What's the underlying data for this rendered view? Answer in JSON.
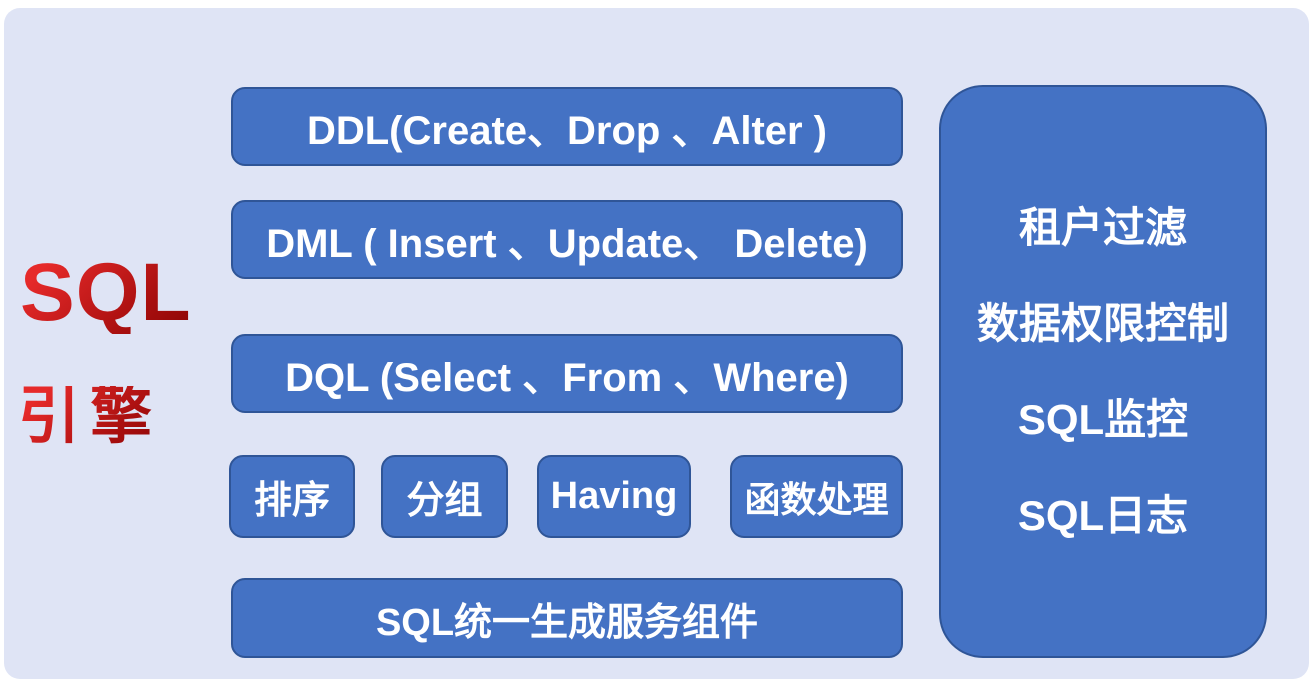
{
  "palette": {
    "panel_background": "#dfe4f5",
    "box_fill": "#4472c4",
    "box_border": "#2f5597",
    "box_text": "#ffffff",
    "title_red_bright": "#e62a2a",
    "title_red_dark": "#8c0505"
  },
  "title": {
    "line1": "SQL",
    "line2": "引擎"
  },
  "middle": {
    "ddl": "DDL(Create、Drop 、Alter )",
    "dml": "DML ( Insert 、Update、 Delete)",
    "dql": "DQL (Select 、From 、Where)",
    "clauses": [
      "排序",
      "分组",
      "Having",
      "函数处理"
    ],
    "bottom": "SQL统一生成服务组件"
  },
  "right": {
    "items": [
      "租户过滤",
      "数据权限控制",
      "SQL监控",
      "SQL日志"
    ]
  }
}
